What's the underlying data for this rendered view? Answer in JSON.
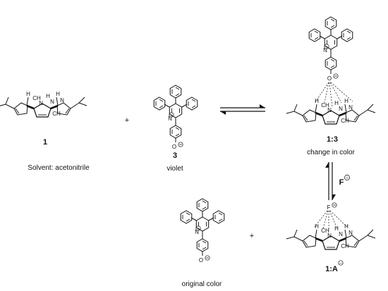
{
  "compound_1": {
    "number": "1",
    "solvent": "Solvent: acetonitrile"
  },
  "compound_3": {
    "number": "3",
    "color": "violet"
  },
  "complex_13": {
    "label": "1:3",
    "note": "change in color"
  },
  "complex_1a": {
    "label": "1:A",
    "charge": "−"
  },
  "released_dye": {
    "note": "original color"
  },
  "fluoride": {
    "symbol": "F",
    "charge": "−"
  },
  "symbols": {
    "plus": "+",
    "minus": "−"
  }
}
